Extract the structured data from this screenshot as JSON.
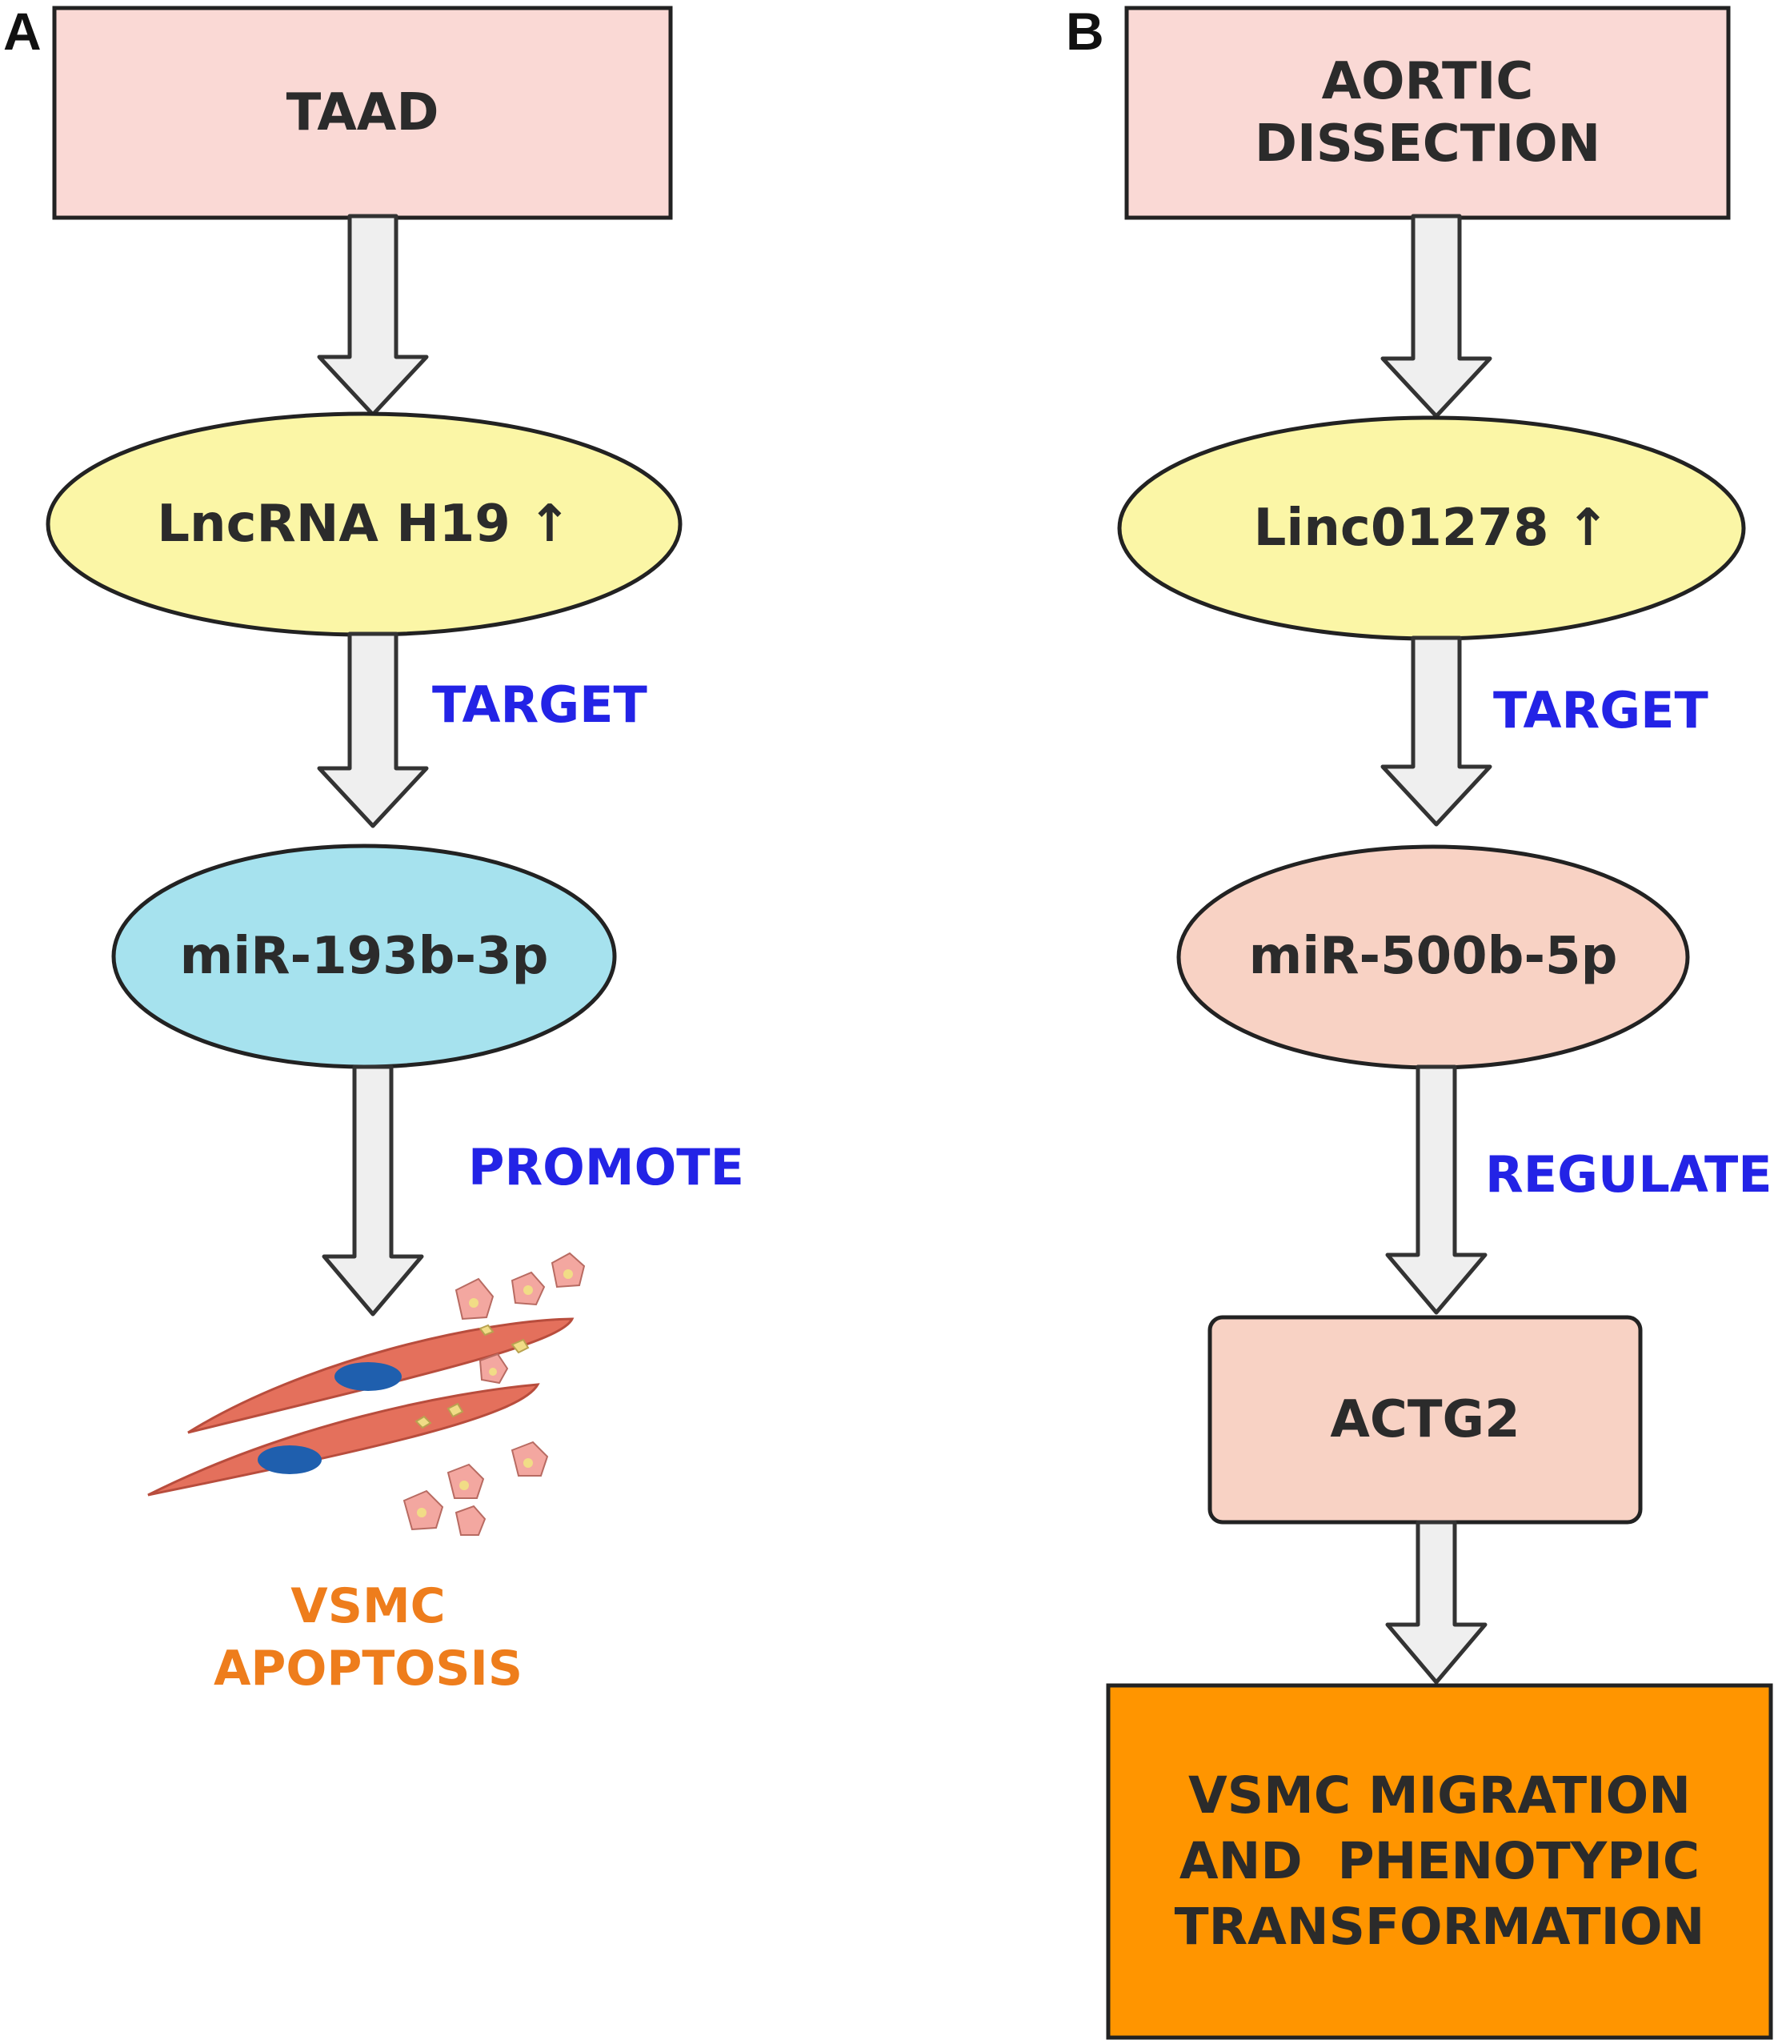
{
  "panels": {
    "a": {
      "letter": "A",
      "start": "TAAD",
      "lncrna": "LncRNA H19 ↑",
      "relation1": "TARGET",
      "mirna": "miR-193b-3p",
      "relation2": "PROMOTE",
      "outcome_line1": "VSMC",
      "outcome_line2": "APOPTOSIS"
    },
    "b": {
      "letter": "B",
      "start_line1": "AORTIC",
      "start_line2": "DISSECTION",
      "lncrna": "Linc01278 ↑",
      "relation1": "TARGET",
      "mirna": "miR-500b-5p",
      "relation2": "REGULATE",
      "gene": "ACTG2",
      "outcome_line1": "VSMC MIGRATION",
      "outcome_line2": "AND  PHENOTYPIC",
      "outcome_line3": "TRANSFORMATION"
    }
  },
  "colors": {
    "start_box": "#fad9d5",
    "lncrna_ellipse": "#fbf6a6",
    "mirna_a_ellipse": "#a6e2ee",
    "mirna_b_ellipse": "#f8d2c4",
    "gene_box": "#f8d2c4",
    "outcome_box": "#ff9500",
    "arrow_fill": "#efefef",
    "relation_text": "#2323e6",
    "outcome_text": "#ee7d1c",
    "cell_body": "#e4705c",
    "cell_nucleus": "#1f5fae",
    "fragment": "#f3a7a0",
    "fragment_core": "#f1dc86"
  },
  "icons": [
    "vsmc-apoptosis-illustration"
  ]
}
